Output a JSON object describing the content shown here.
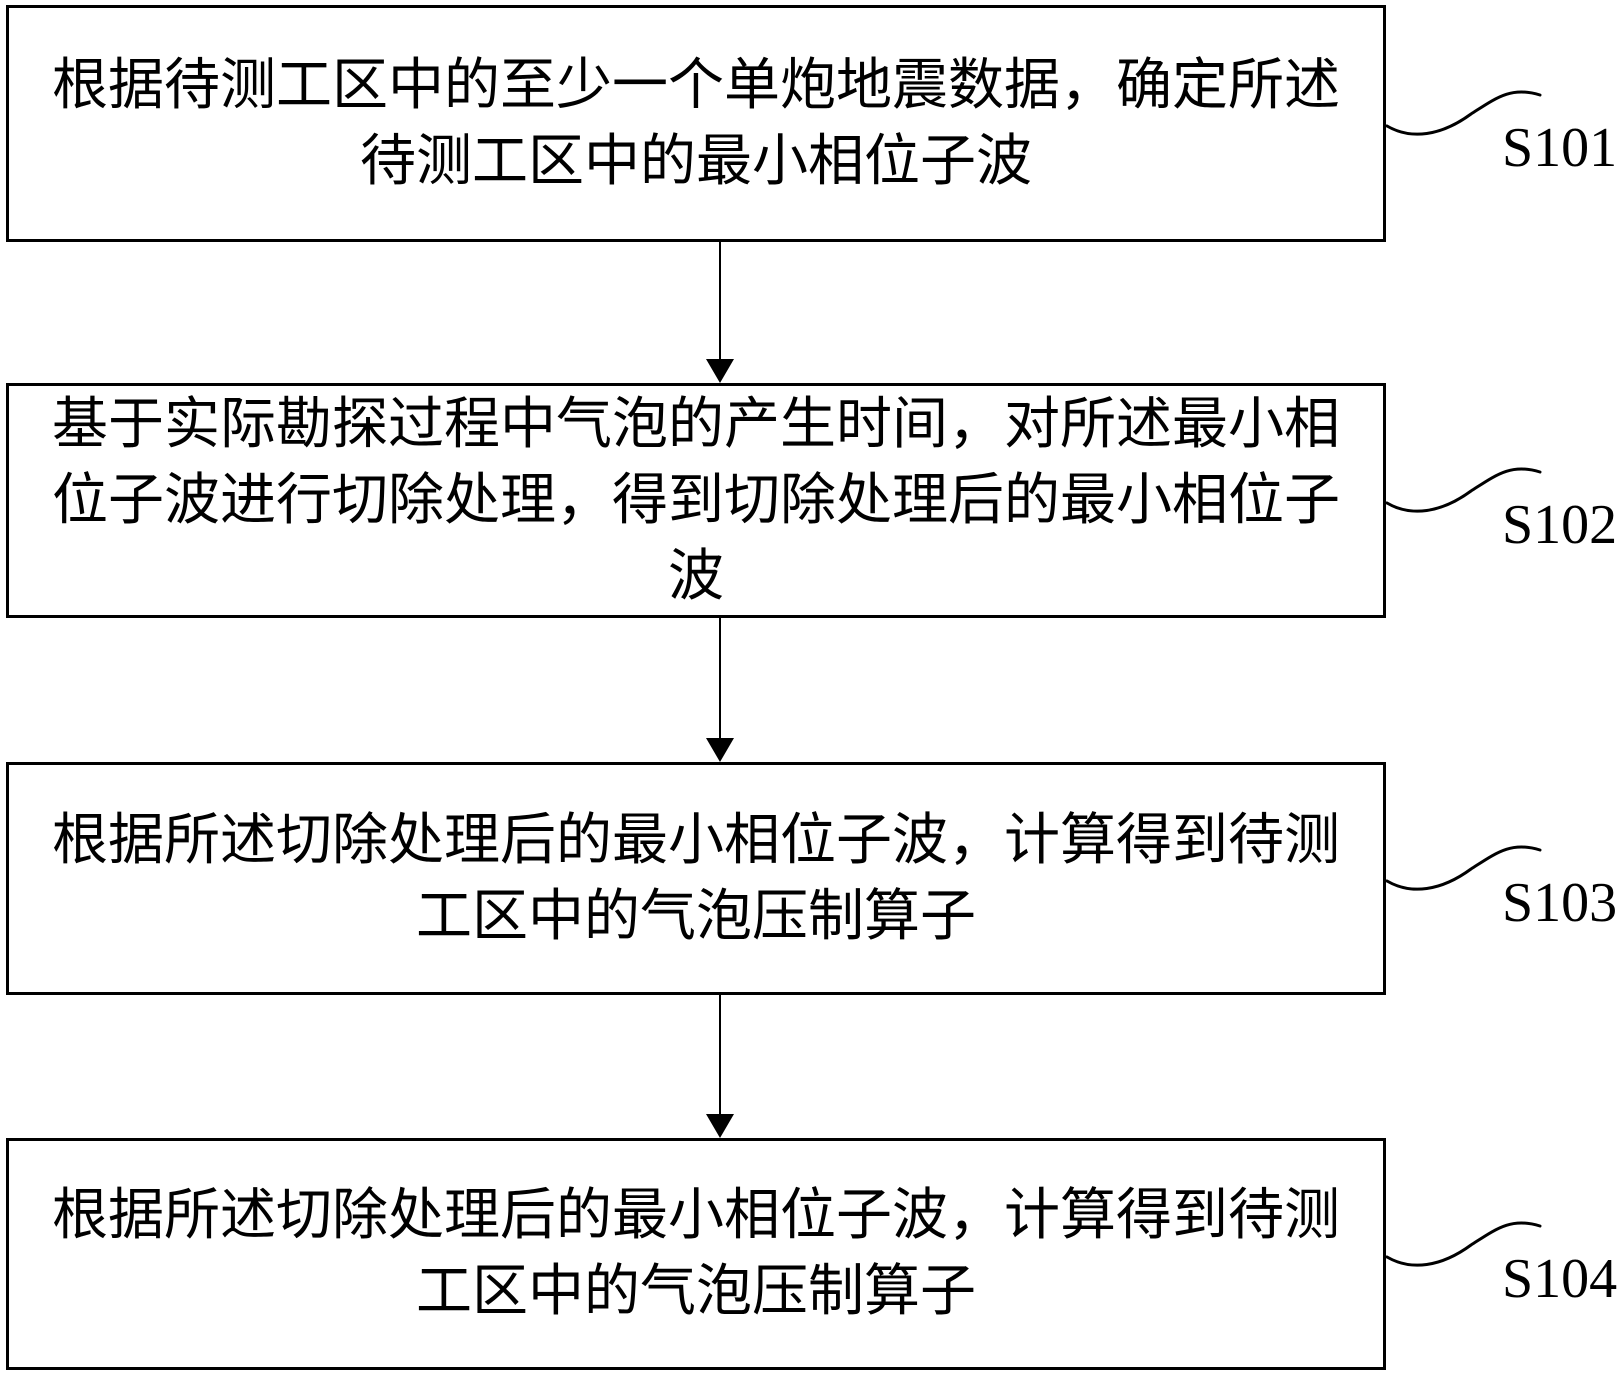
{
  "flowchart": {
    "colors": {
      "ink": "#000000",
      "background": "#ffffff"
    },
    "steps": [
      {
        "label": "S101",
        "text": "根据待测工区中的至少一个单炮地震数据，确定所述\n待测工区中的最小相位子波"
      },
      {
        "label": "S102",
        "text": "基于实际勘探过程中气泡的产生时间，对所述最小相\n位子波进行切除处理，得到切除处理后的最小相位子\n波"
      },
      {
        "label": "S103",
        "text": "根据所述切除处理后的最小相位子波，计算得到待测\n工区中的气泡压制算子"
      },
      {
        "label": "S104",
        "text": "根据所述切除处理后的最小相位子波，计算得到待测\n工区中的气泡压制算子"
      }
    ]
  }
}
